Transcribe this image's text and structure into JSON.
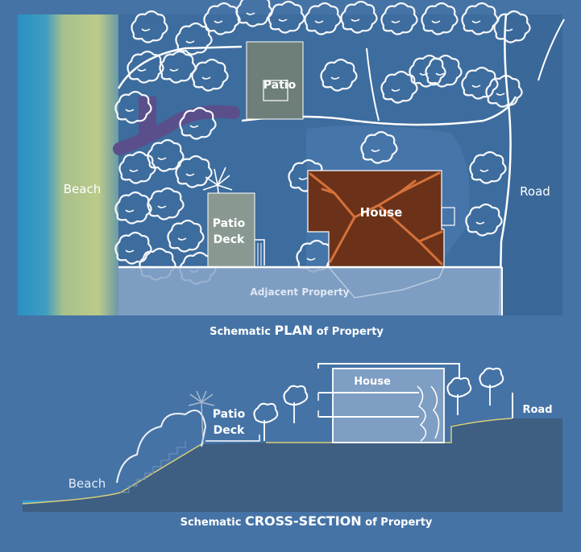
{
  "plan": {
    "beach": "Beach",
    "patio": "Patio",
    "patio_deck_line1": "Patio",
    "patio_deck_line2": "Deck",
    "house": "House",
    "road": "Road",
    "adjacent": "Adjacent Property",
    "caption_pre": "Schematic ",
    "caption_emph": "PLAN",
    "caption_post": " of Property"
  },
  "section": {
    "beach": "Beach",
    "patio_deck_line1": "Patio",
    "patio_deck_line2": "Deck",
    "house": "House",
    "road": "Road",
    "caption_pre": "Schematic ",
    "caption_emph": "CROSS-SECTION",
    "caption_post": " of Property"
  },
  "colors": {
    "background": "#4573a6",
    "plan_bg": "#3d6c9e",
    "water": "#2a8fc4",
    "sand": "#b9c78a",
    "house_roof": "#6b3219",
    "roof_lines": "#d4713a",
    "patio": "#6e7f7a",
    "ground": "#3e5e82",
    "label": "#ffffff"
  }
}
